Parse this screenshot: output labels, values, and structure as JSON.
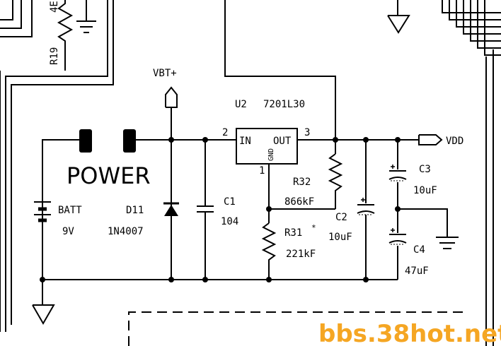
{
  "power_label": "POWER",
  "vbt_label": "VBT+",
  "vdd_label": "VDD",
  "u2": {
    "ref": "U2",
    "part": "7201L30",
    "pin_in": "IN",
    "pin_out": "OUT",
    "pin_gnd": "GND",
    "pin1": "1",
    "pin2": "2",
    "pin3": "3"
  },
  "batt": {
    "ref": "BATT",
    "value": "9V"
  },
  "d11": {
    "ref": "D11",
    "value": "1N4007"
  },
  "c1": {
    "ref": "C1",
    "value": "104"
  },
  "c2": {
    "ref": "C2",
    "value": "10uF"
  },
  "c3": {
    "ref": "C3",
    "value": "10uF"
  },
  "c4": {
    "ref": "C4",
    "value": "47uF"
  },
  "r31": {
    "ref": "R31",
    "mark": "*",
    "value": "221kF"
  },
  "r32": {
    "ref": "R32",
    "value": "866kF"
  },
  "r19": {
    "ref": "R19",
    "value_partial": "4E"
  },
  "watermark": "bbs.38hot.net"
}
